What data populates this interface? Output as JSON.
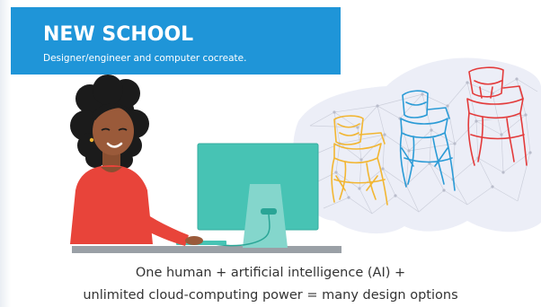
{
  "banner": {
    "title": "NEW SCHOOL",
    "subtitle": "Designer/engineer and computer cocreate."
  },
  "caption": {
    "line1": "One human + artificial intelligence (AI) +",
    "line2": "unlimited cloud-computing power = many design options"
  },
  "illustration": {
    "chairs": [
      "yellow-chair",
      "blue-chair",
      "red-chair"
    ],
    "colors": {
      "banner_blue": "#1f95d8",
      "monitor_teal": "#47c3b4",
      "monitor_teal_dark": "#2aa596",
      "shirt_red": "#e8443a",
      "skin": "#9a5a3a",
      "hair": "#1b1b1b",
      "desk_gray": "#9aa0a6",
      "chair_yellow": "#f2b632",
      "chair_blue": "#2b9bd6",
      "chair_red": "#e33b3b",
      "network_bg": "#eceef7"
    }
  }
}
